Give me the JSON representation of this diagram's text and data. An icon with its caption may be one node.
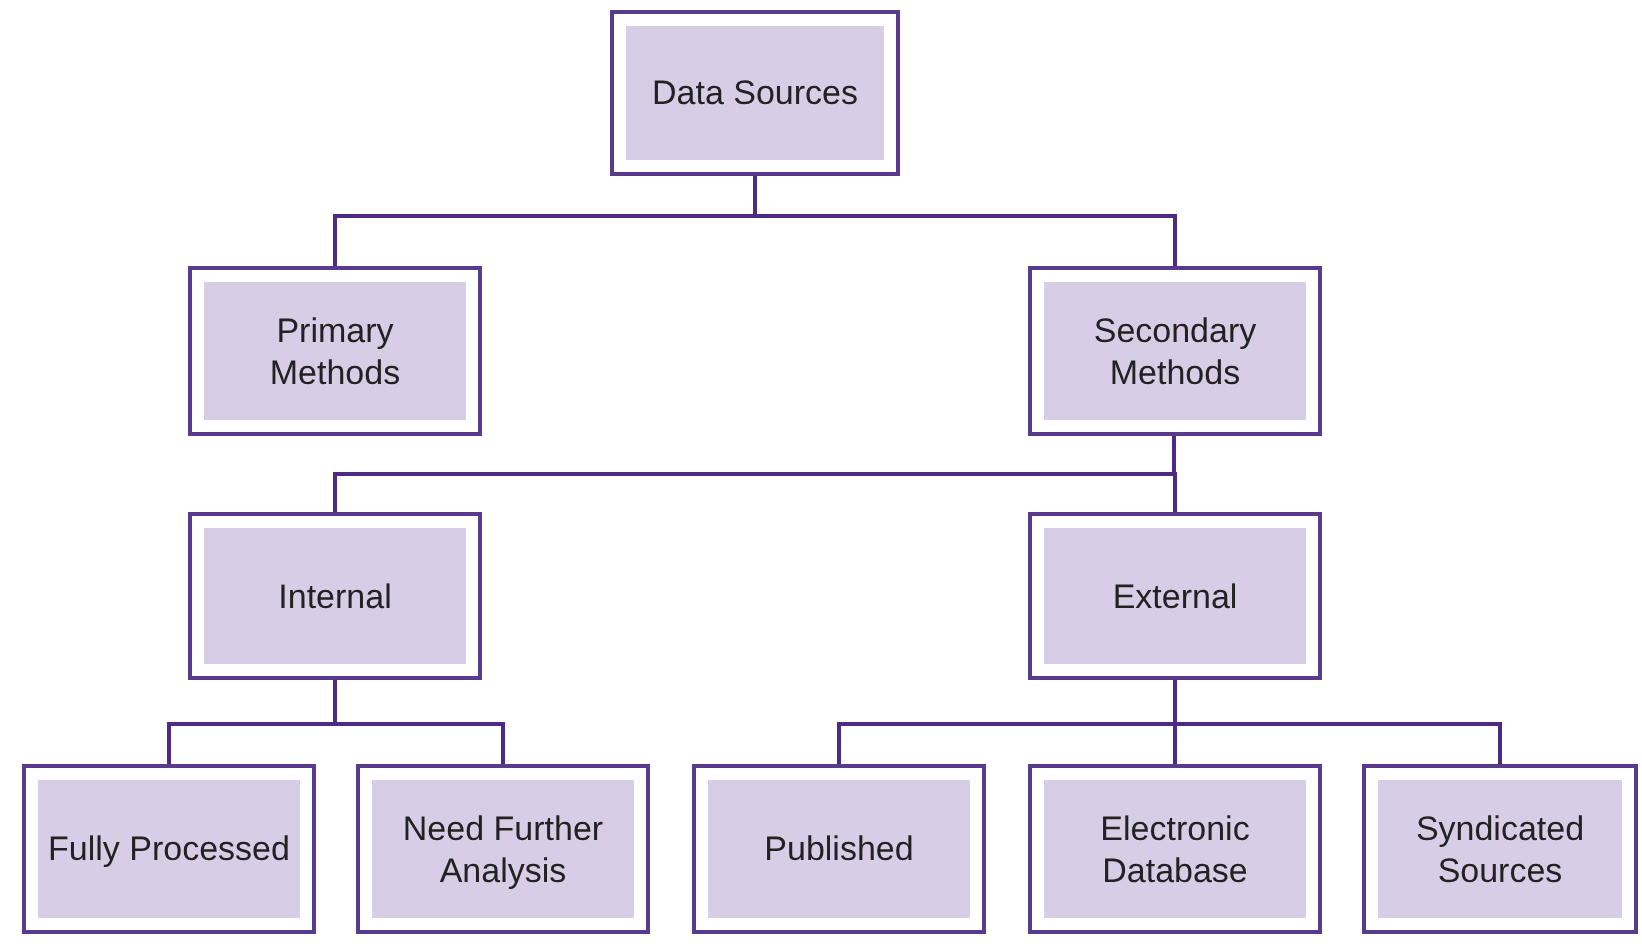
{
  "diagram": {
    "nodes": [
      {
        "text": [
          "Data Sources"
        ]
      },
      {
        "text": [
          "Primary Methods"
        ]
      },
      {
        "text": [
          "Secondary Methods"
        ]
      },
      {
        "text": [
          "Internal"
        ]
      },
      {
        "text": [
          "External"
        ]
      },
      {
        "text": [
          "Fully Processed"
        ]
      },
      {
        "text": [
          "Need Further Analysis"
        ]
      },
      {
        "text": [
          "Published"
        ]
      },
      {
        "text": [
          "Electronic Database"
        ]
      },
      {
        "text": [
          "Syndicated Sources"
        ]
      }
    ],
    "edges": [
      {
        "from": 0,
        "to": 1,
        "arrow": "none"
      },
      {
        "from": 0,
        "to": 2,
        "arrow": "none"
      },
      {
        "from": 2,
        "to": 3,
        "arrow": "none"
      },
      {
        "from": 2,
        "to": 4,
        "arrow": "none"
      },
      {
        "from": 3,
        "to": 5,
        "arrow": "none"
      },
      {
        "from": 3,
        "to": 6,
        "arrow": "none"
      },
      {
        "from": 4,
        "to": 7,
        "arrow": "none"
      },
      {
        "from": 4,
        "to": 8,
        "arrow": "none"
      },
      {
        "from": 4,
        "to": 9,
        "arrow": "none"
      }
    ]
  }
}
